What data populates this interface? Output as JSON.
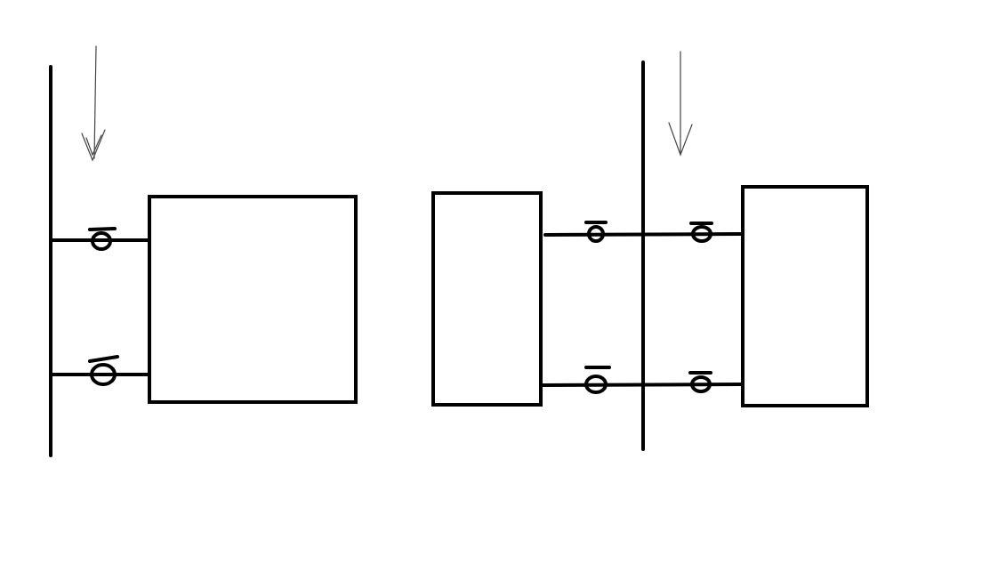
{
  "diagram": {
    "background": "#ffffff",
    "stroke_color": "#000000",
    "thin_stroke_color": "#333333",
    "left_schematic": {
      "riser": "vertical-pipe",
      "flow_direction": "down",
      "device": "radiator",
      "connections": [
        "supply",
        "return"
      ],
      "valves": [
        "supply-valve",
        "return-valve"
      ]
    },
    "right_schematic": {
      "riser": "vertical-pipe",
      "flow_direction": "down",
      "devices": [
        "radiator-left",
        "radiator-right"
      ],
      "connections": [
        "supply",
        "return"
      ],
      "valves": [
        "supply-valve-left",
        "supply-valve-right",
        "return-valve-left",
        "return-valve-right"
      ]
    }
  }
}
